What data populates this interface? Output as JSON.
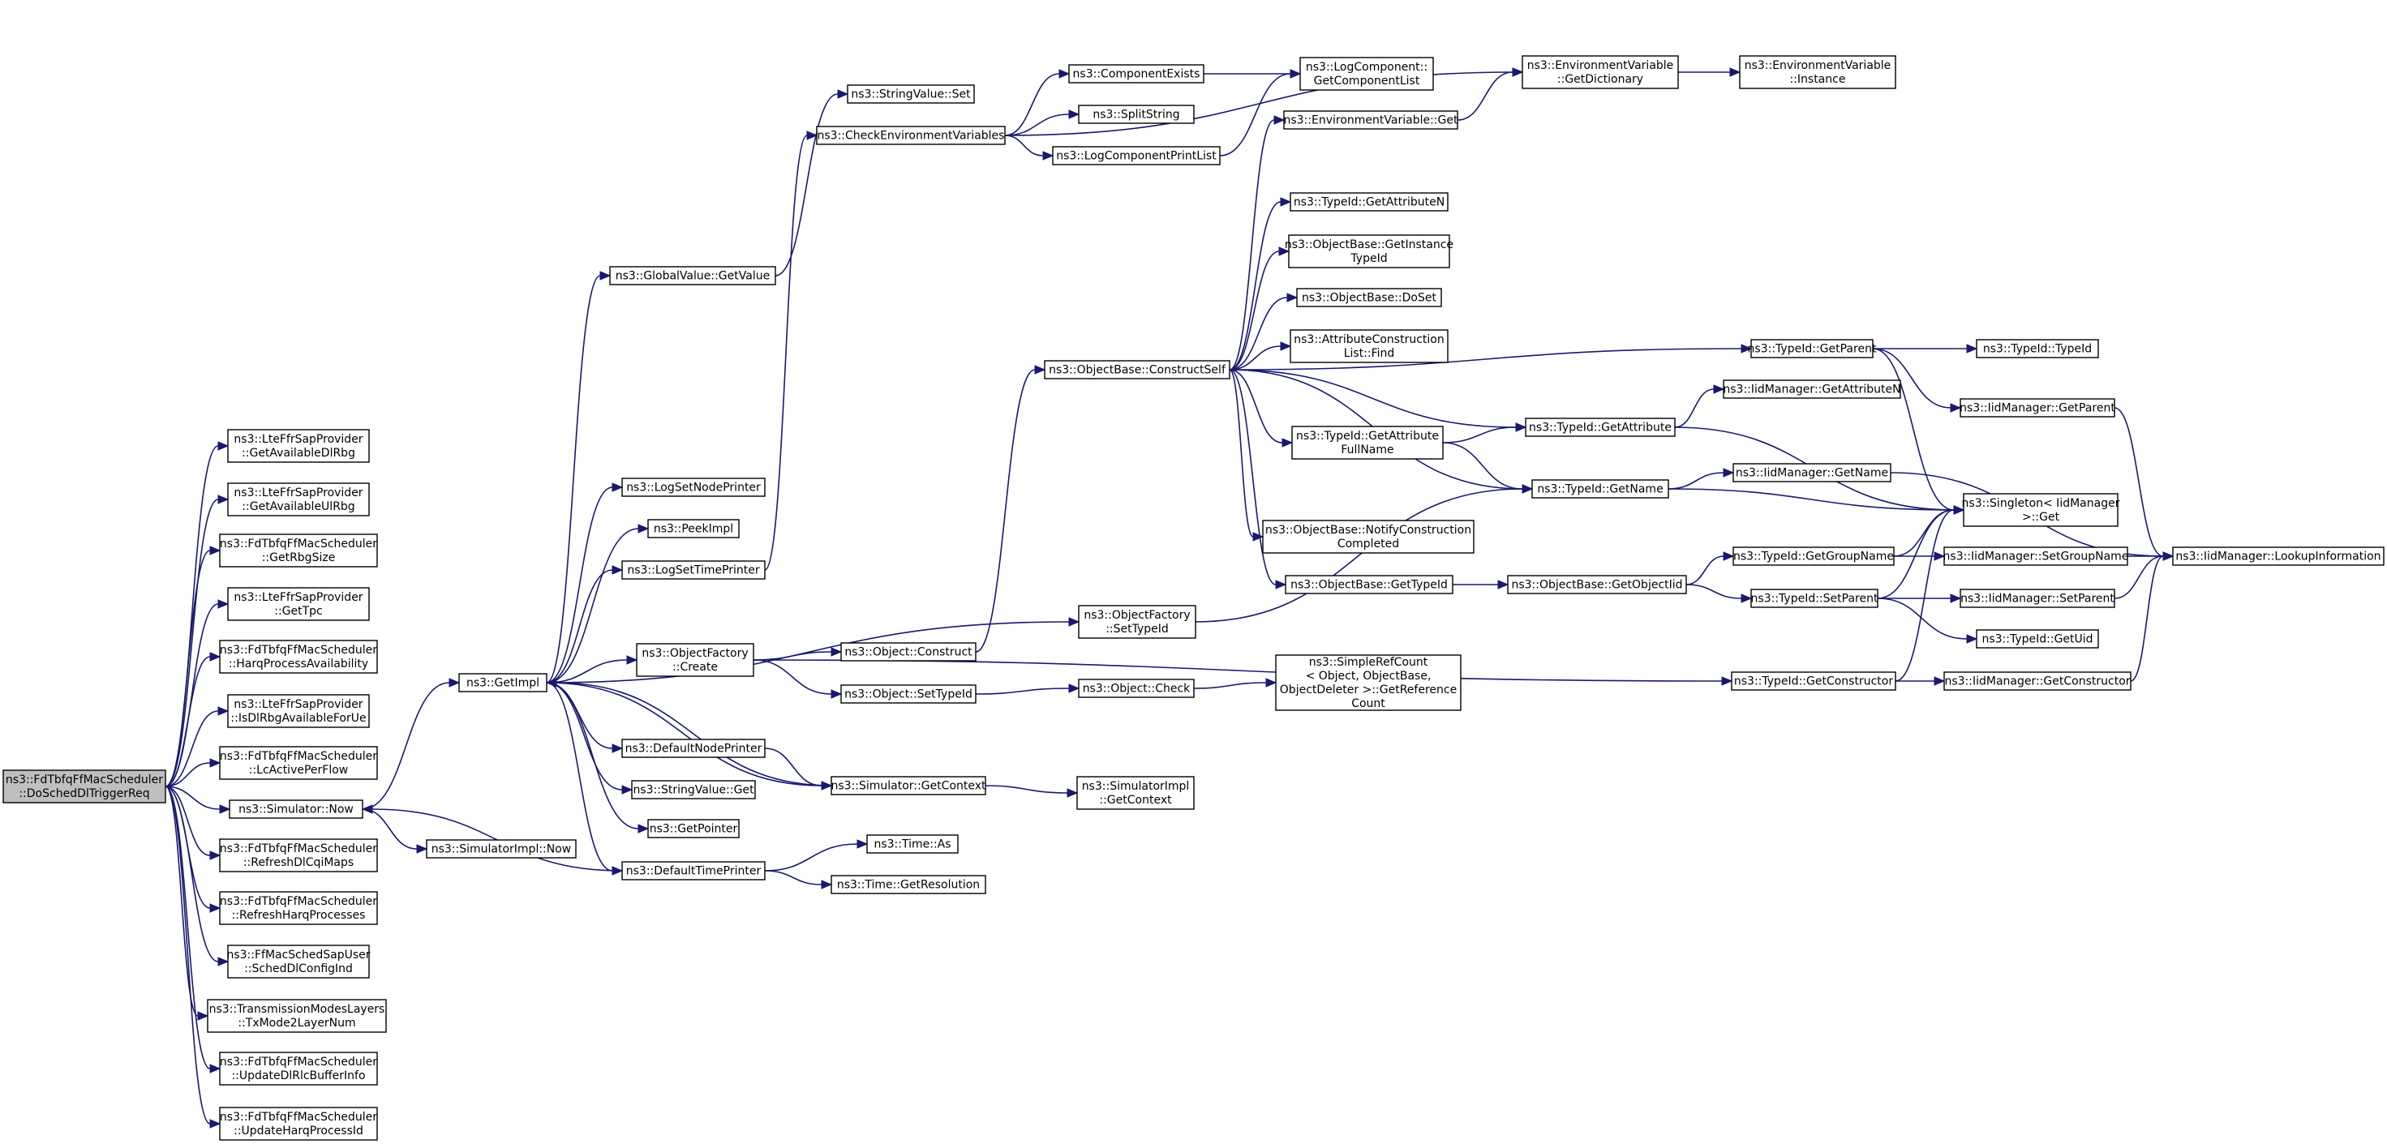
{
  "diagram": {
    "type": "call-graph",
    "colors": {
      "edge": "#191970",
      "node_border": "#000000",
      "root_fill": "#bfbfbf",
      "node_fill": "#ffffff"
    },
    "nodes": [
      {
        "id": "n0",
        "lines": [
          "ns3::FdTbfqFfMacScheduler",
          "::DoSchedDlTriggerReq"
        ],
        "root": true
      },
      {
        "id": "n1",
        "lines": [
          "ns3::LteFfrSapProvider",
          "::GetAvailableDlRbg"
        ]
      },
      {
        "id": "n2",
        "lines": [
          "ns3::LteFfrSapProvider",
          "::GetAvailableUlRbg"
        ]
      },
      {
        "id": "n3",
        "lines": [
          "ns3::FdTbfqFfMacScheduler",
          "::GetRbgSize"
        ]
      },
      {
        "id": "n4",
        "lines": [
          "ns3::LteFfrSapProvider",
          "::GetTpc"
        ]
      },
      {
        "id": "n5",
        "lines": [
          "ns3::FdTbfqFfMacScheduler",
          "::HarqProcessAvailability"
        ]
      },
      {
        "id": "n6",
        "lines": [
          "ns3::LteFfrSapProvider",
          "::IsDlRbgAvailableForUe"
        ]
      },
      {
        "id": "n7",
        "lines": [
          "ns3::FdTbfqFfMacScheduler",
          "::LcActivePerFlow"
        ]
      },
      {
        "id": "n8",
        "lines": [
          "ns3::Simulator::Now"
        ]
      },
      {
        "id": "n9",
        "lines": [
          "ns3::FdTbfqFfMacScheduler",
          "::RefreshDlCqiMaps"
        ]
      },
      {
        "id": "n10",
        "lines": [
          "ns3::FdTbfqFfMacScheduler",
          "::RefreshHarqProcesses"
        ]
      },
      {
        "id": "n11",
        "lines": [
          "ns3::FfMacSchedSapUser",
          "::SchedDlConfigInd"
        ]
      },
      {
        "id": "n12",
        "lines": [
          "ns3::TransmissionModesLayers",
          "::TxMode2LayerNum"
        ]
      },
      {
        "id": "n13",
        "lines": [
          "ns3::FdTbfqFfMacScheduler",
          "::UpdateDlRlcBufferInfo"
        ]
      },
      {
        "id": "n14",
        "lines": [
          "ns3::FdTbfqFfMacScheduler",
          "::UpdateHarqProcessId"
        ]
      },
      {
        "id": "n15",
        "lines": [
          "ns3::GetImpl"
        ]
      },
      {
        "id": "n16",
        "lines": [
          "ns3::SimulatorImpl::Now"
        ]
      },
      {
        "id": "n17",
        "lines": [
          "ns3::GlobalValue::GetValue"
        ]
      },
      {
        "id": "n18",
        "lines": [
          "ns3::LogSetNodePrinter"
        ]
      },
      {
        "id": "n19",
        "lines": [
          "ns3::PeekImpl"
        ]
      },
      {
        "id": "n20",
        "lines": [
          "ns3::LogSetTimePrinter"
        ]
      },
      {
        "id": "n21",
        "lines": [
          "ns3::ObjectFactory",
          "::Create"
        ]
      },
      {
        "id": "n22",
        "lines": [
          "ns3::DefaultNodePrinter"
        ]
      },
      {
        "id": "n23",
        "lines": [
          "ns3::StringValue::Get"
        ]
      },
      {
        "id": "n24",
        "lines": [
          "ns3::GetPointer"
        ]
      },
      {
        "id": "n25",
        "lines": [
          "ns3::DefaultTimePrinter"
        ]
      },
      {
        "id": "n26",
        "lines": [
          "ns3::StringValue::Set"
        ]
      },
      {
        "id": "n27",
        "lines": [
          "ns3::CheckEnvironmentVariables"
        ]
      },
      {
        "id": "n28",
        "lines": [
          "ns3::Object::Construct"
        ]
      },
      {
        "id": "n29",
        "lines": [
          "ns3::Object::SetTypeId"
        ]
      },
      {
        "id": "n30",
        "lines": [
          "ns3::Simulator::GetContext"
        ]
      },
      {
        "id": "n31",
        "lines": [
          "ns3::Time::As"
        ]
      },
      {
        "id": "n32",
        "lines": [
          "ns3::Time::GetResolution"
        ]
      },
      {
        "id": "n33",
        "lines": [
          "ns3::ComponentExists"
        ]
      },
      {
        "id": "n34",
        "lines": [
          "ns3::SplitString"
        ]
      },
      {
        "id": "n35",
        "lines": [
          "ns3::LogComponentPrintList"
        ]
      },
      {
        "id": "n36",
        "lines": [
          "ns3::ObjectBase::ConstructSelf"
        ]
      },
      {
        "id": "n37",
        "lines": [
          "ns3::ObjectFactory",
          "::SetTypeId"
        ]
      },
      {
        "id": "n38",
        "lines": [
          "ns3::Object::Check"
        ]
      },
      {
        "id": "n39",
        "lines": [
          "ns3::SimulatorImpl",
          "::GetContext"
        ]
      },
      {
        "id": "n40",
        "lines": [
          "ns3::LogComponent::",
          "GetComponentList"
        ]
      },
      {
        "id": "n41",
        "lines": [
          "ns3::EnvironmentVariable::Get"
        ]
      },
      {
        "id": "n42",
        "lines": [
          "ns3::TypeId::GetAttributeN"
        ]
      },
      {
        "id": "n43",
        "lines": [
          "ns3::ObjectBase::GetInstance",
          "TypeId"
        ]
      },
      {
        "id": "n44",
        "lines": [
          "ns3::ObjectBase::DoSet"
        ]
      },
      {
        "id": "n45",
        "lines": [
          "ns3::AttributeConstruction",
          "List::Find"
        ]
      },
      {
        "id": "n46",
        "lines": [
          "ns3::TypeId::GetAttribute",
          "FullName"
        ]
      },
      {
        "id": "n47",
        "lines": [
          "ns3::ObjectBase::NotifyConstruction",
          "Completed"
        ]
      },
      {
        "id": "n48",
        "lines": [
          "ns3::ObjectBase::GetTypeId"
        ]
      },
      {
        "id": "n49",
        "lines": [
          "ns3::SimpleRefCount",
          "< Object, ObjectBase,",
          "ObjectDeleter >::GetReference",
          "Count"
        ]
      },
      {
        "id": "n50",
        "lines": [
          "ns3::EnvironmentVariable",
          "::GetDictionary"
        ]
      },
      {
        "id": "n51",
        "lines": [
          "ns3::TypeId::GetAttribute"
        ]
      },
      {
        "id": "n52",
        "lines": [
          "ns3::TypeId::GetName"
        ]
      },
      {
        "id": "n53",
        "lines": [
          "ns3::ObjectBase::GetObjectIid"
        ]
      },
      {
        "id": "n54",
        "lines": [
          "ns3::EnvironmentVariable",
          "::Instance"
        ]
      },
      {
        "id": "n55",
        "lines": [
          "ns3::IidManager::GetAttributeN"
        ]
      },
      {
        "id": "n56",
        "lines": [
          "ns3::IidManager::GetName"
        ]
      },
      {
        "id": "n57",
        "lines": [
          "ns3::TypeId::GetParent"
        ]
      },
      {
        "id": "n58",
        "lines": [
          "ns3::TypeId::GetGroupName"
        ]
      },
      {
        "id": "n59",
        "lines": [
          "ns3::TypeId::SetParent"
        ]
      },
      {
        "id": "n60",
        "lines": [
          "ns3::TypeId::GetConstructor"
        ]
      },
      {
        "id": "n61",
        "lines": [
          "ns3::TypeId::TypeId"
        ]
      },
      {
        "id": "n62",
        "lines": [
          "ns3::IidManager::GetParent"
        ]
      },
      {
        "id": "n63",
        "lines": [
          "ns3::Singleton< IidManager",
          " >::Get"
        ]
      },
      {
        "id": "n64",
        "lines": [
          "ns3::IidManager::SetGroupName"
        ]
      },
      {
        "id": "n65",
        "lines": [
          "ns3::IidManager::SetParent"
        ]
      },
      {
        "id": "n66",
        "lines": [
          "ns3::TypeId::GetUid"
        ]
      },
      {
        "id": "n67",
        "lines": [
          "ns3::IidManager::GetConstructor"
        ]
      },
      {
        "id": "n68",
        "lines": [
          "ns3::IidManager::LookupInformation"
        ]
      }
    ],
    "edges": [
      [
        "n0",
        "n1"
      ],
      [
        "n0",
        "n2"
      ],
      [
        "n0",
        "n3"
      ],
      [
        "n0",
        "n4"
      ],
      [
        "n0",
        "n5"
      ],
      [
        "n0",
        "n6"
      ],
      [
        "n0",
        "n7"
      ],
      [
        "n0",
        "n8"
      ],
      [
        "n0",
        "n9"
      ],
      [
        "n0",
        "n10"
      ],
      [
        "n0",
        "n11"
      ],
      [
        "n0",
        "n12"
      ],
      [
        "n0",
        "n13"
      ],
      [
        "n0",
        "n14"
      ],
      [
        "n8",
        "n15"
      ],
      [
        "n8",
        "n16"
      ],
      [
        "n15",
        "n17"
      ],
      [
        "n15",
        "n18"
      ],
      [
        "n15",
        "n19"
      ],
      [
        "n15",
        "n20"
      ],
      [
        "n15",
        "n21"
      ],
      [
        "n15",
        "n22"
      ],
      [
        "n15",
        "n23"
      ],
      [
        "n15",
        "n24"
      ],
      [
        "n15",
        "n25"
      ],
      [
        "n15",
        "n37"
      ],
      [
        "n15",
        "n30"
      ],
      [
        "n17",
        "n26"
      ],
      [
        "n20",
        "n27"
      ],
      [
        "n21",
        "n28"
      ],
      [
        "n21",
        "n29"
      ],
      [
        "n21",
        "n60"
      ],
      [
        "n22",
        "n30"
      ],
      [
        "n25",
        "n31"
      ],
      [
        "n25",
        "n32"
      ],
      [
        "n25",
        "n8"
      ],
      [
        "n30",
        "n15"
      ],
      [
        "n30",
        "n39"
      ],
      [
        "n27",
        "n33"
      ],
      [
        "n27",
        "n34"
      ],
      [
        "n27",
        "n35"
      ],
      [
        "n27",
        "n50"
      ],
      [
        "n33",
        "n40"
      ],
      [
        "n35",
        "n40"
      ],
      [
        "n28",
        "n36"
      ],
      [
        "n29",
        "n38"
      ],
      [
        "n38",
        "n49"
      ],
      [
        "n37",
        "n52"
      ],
      [
        "n36",
        "n41"
      ],
      [
        "n36",
        "n42"
      ],
      [
        "n36",
        "n43"
      ],
      [
        "n36",
        "n44"
      ],
      [
        "n36",
        "n45"
      ],
      [
        "n36",
        "n46"
      ],
      [
        "n36",
        "n47"
      ],
      [
        "n36",
        "n48"
      ],
      [
        "n36",
        "n51"
      ],
      [
        "n36",
        "n52"
      ],
      [
        "n36",
        "n57"
      ],
      [
        "n41",
        "n50"
      ],
      [
        "n50",
        "n54"
      ],
      [
        "n46",
        "n51"
      ],
      [
        "n46",
        "n52"
      ],
      [
        "n51",
        "n55"
      ],
      [
        "n51",
        "n63"
      ],
      [
        "n52",
        "n56"
      ],
      [
        "n52",
        "n63"
      ],
      [
        "n48",
        "n53"
      ],
      [
        "n53",
        "n58"
      ],
      [
        "n53",
        "n59"
      ],
      [
        "n56",
        "n68"
      ],
      [
        "n57",
        "n61"
      ],
      [
        "n57",
        "n62"
      ],
      [
        "n57",
        "n63"
      ],
      [
        "n62",
        "n68"
      ],
      [
        "n58",
        "n63"
      ],
      [
        "n58",
        "n64"
      ],
      [
        "n59",
        "n63"
      ],
      [
        "n59",
        "n65"
      ],
      [
        "n59",
        "n66"
      ],
      [
        "n60",
        "n63"
      ],
      [
        "n60",
        "n67"
      ],
      [
        "n64",
        "n68"
      ],
      [
        "n65",
        "n68"
      ],
      [
        "n67",
        "n68"
      ]
    ]
  }
}
